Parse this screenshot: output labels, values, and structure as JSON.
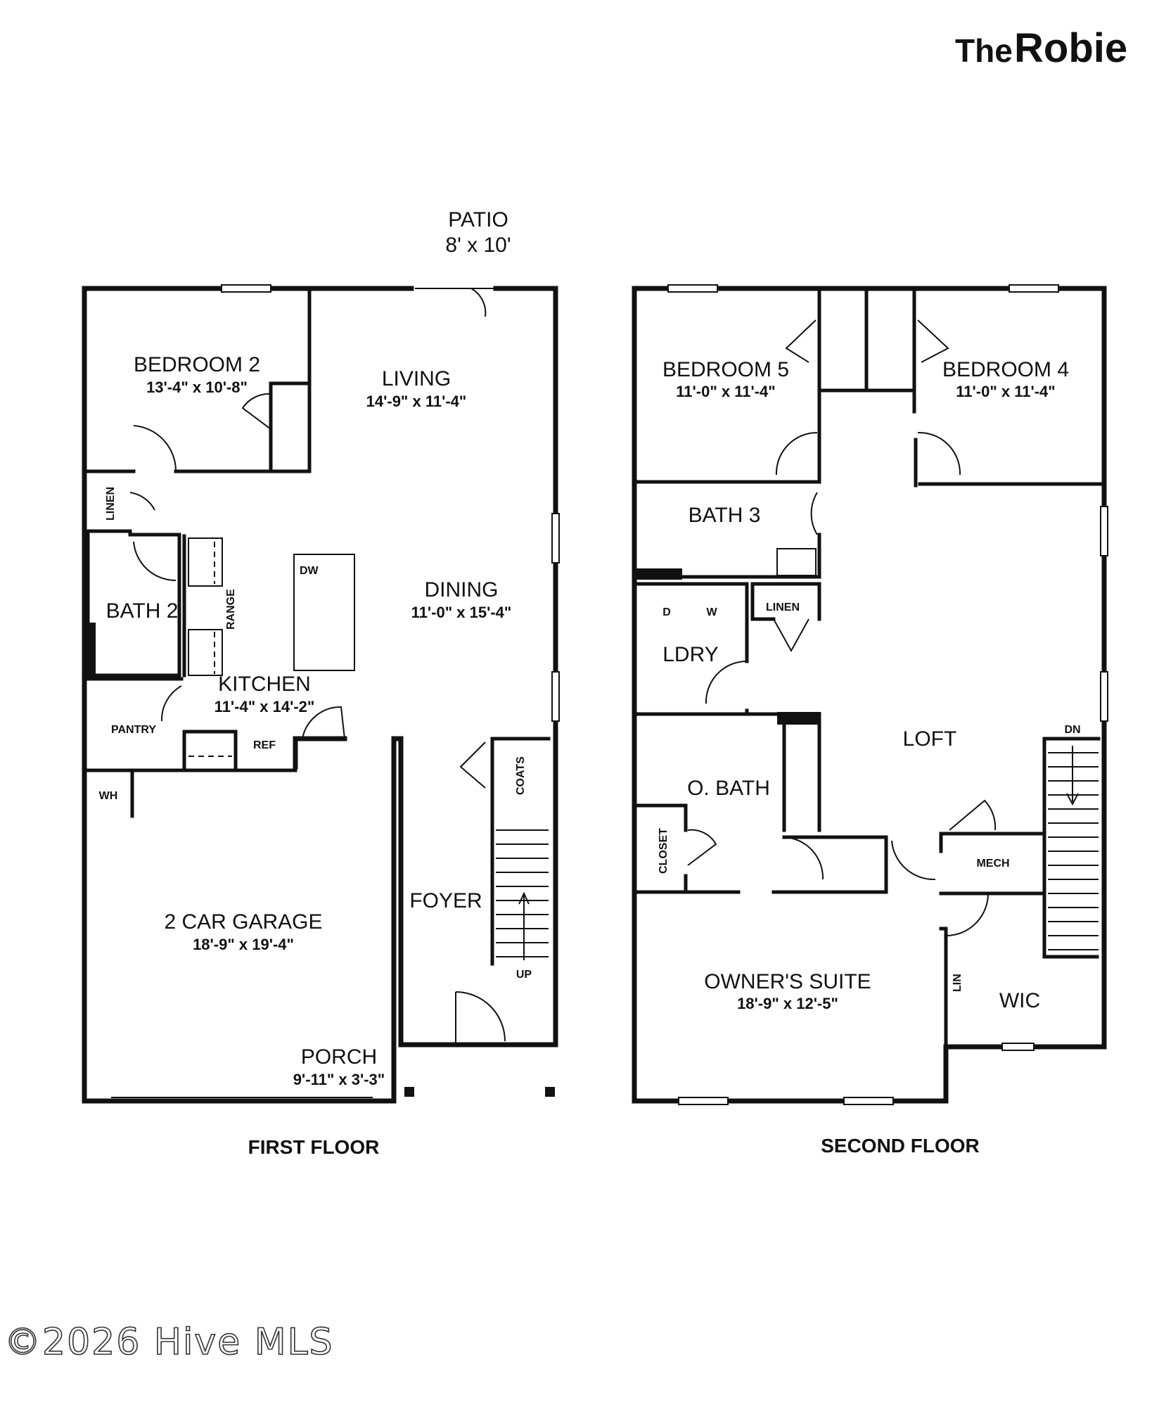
{
  "brand": {
    "prefix": "The",
    "name": "Robie"
  },
  "watermark": "©2026 Hive MLS",
  "patio": {
    "label": "PATIO",
    "dim": "8' x 10'"
  },
  "first_floor": {
    "title": "FIRST FLOOR",
    "bedroom2": {
      "label": "BEDROOM 2",
      "dim": "13'-4\" x 10'-8\""
    },
    "living": {
      "label": "LIVING",
      "dim": "14'-9\" x 11'-4\""
    },
    "dining": {
      "label": "DINING",
      "dim": "11'-0\" x 15'-4\""
    },
    "kitchen": {
      "label": "KITCHEN",
      "dim": "11'-4\" x 14'-2\""
    },
    "bath2": "BATH 2",
    "linen": "LINEN",
    "range": "RANGE",
    "dw": "DW",
    "pantry": "PANTRY",
    "ref": "REF",
    "wh": "WH",
    "coats": "COATS",
    "up": "UP",
    "foyer": "FOYER",
    "garage": {
      "label": "2 CAR GARAGE",
      "dim": "18'-9\" x 19'-4\""
    },
    "porch": {
      "label": "PORCH",
      "dim": "9'-11\" x 3'-3\""
    }
  },
  "second_floor": {
    "title": "SECOND FLOOR",
    "bedroom5": {
      "label": "BEDROOM 5",
      "dim": "11'-0\" x 11'-4\""
    },
    "bedroom4": {
      "label": "BEDROOM 4",
      "dim": "11'-0\" x 11'-4\""
    },
    "bath3": "BATH 3",
    "d": "D",
    "w": "W",
    "linen": "LINEN",
    "ldry": "LDRY",
    "loft": "LOFT",
    "dn": "DN",
    "obath": "O. BATH",
    "closet": "CLOSET",
    "mech": "MECH",
    "owners_suite": {
      "label": "OWNER'S SUITE",
      "dim": "18'-9\" x 12'-5\""
    },
    "lin": "LIN",
    "wic": "WIC"
  }
}
